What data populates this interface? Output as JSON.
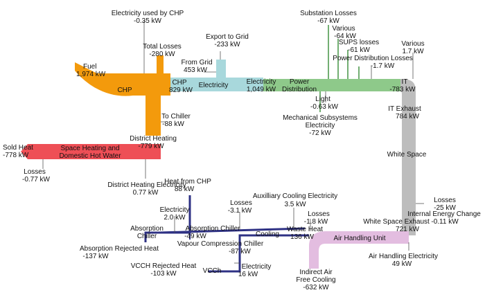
{
  "colors": {
    "fuel": "#f39a0c",
    "electricity": "#a8d8dc",
    "power": "#8ec98a",
    "power_dark": "#4e9a4e",
    "it": "#bdbdbd",
    "heating": "#ee4f56",
    "cooling": "#2e3184",
    "airhandling": "#e3bde0"
  },
  "labels": {
    "chp_electricity_used": "Electricity used by CHP",
    "chp_electricity_used_value": "-0.35 kW",
    "total_losses": "Total Losses",
    "total_losses_value": "-280 kW",
    "fuel": "Fuel",
    "fuel_value": "1,974 kW",
    "chp": "CHP",
    "chp_out": "CHP",
    "chp_out_value": "829 kW",
    "export": "Export to Grid",
    "export_value": "-233 kW",
    "from_grid": "From Grid",
    "from_grid_value": "453 kW",
    "electricity": "Electricity",
    "electricity_out": "Electricity",
    "electricity_out_value": "1,049 kW",
    "power_distribution_1": "Power",
    "power_distribution_2": "Distribution",
    "substation_losses": "Substation Losses",
    "substation_losses_value": "-67 kW",
    "various": "Various",
    "various_value": "-64 kW",
    "sups_losses": "SUPS losses",
    "sups_losses_value": "-61 kW",
    "power_dist_losses": "Power Distribution Losses",
    "power_dist_losses_value": "-1.7 kW",
    "various_it": "Various",
    "various_it_value": "1.7 kW",
    "it": "IT",
    "it_value": "-783 kW",
    "light": "Light",
    "light_value": "-0.63 kW",
    "mech_subsystems_1": "Mechanical Subsystems",
    "mech_subsystems_2": "Electricity",
    "mech_subsystems_value": "-72 kW",
    "it_exhaust": "IT Exhaust",
    "it_exhaust_value": "784 kW",
    "to_chiller": "To Chiller",
    "to_chiller_value": "-88 kW",
    "district_heating": "District Heating",
    "district_heating_value": "-779 kW",
    "sold_heat": "Sold Heat",
    "sold_heat_value": "-778 kW",
    "space_heating_1": "Space Heating and",
    "space_heating_2": "Domestic Hot Water",
    "losses_heat": "Losses",
    "losses_heat_value": "-0.77 kW",
    "dh_electricity": "District Heating Electricity",
    "dh_electricity_value": "0.77 kW",
    "white_space": "White Space",
    "heat_from_chp": "Heat from CHP",
    "heat_from_chp_value": "88 kW",
    "absorption_electricity": "Electricity",
    "absorption_electricity_value": "2.0 kW",
    "absorption_chiller_1": "Absorption",
    "absorption_chiller_2": "Chiller",
    "absorption_rejected": "Absorption Rejected Heat",
    "absorption_rejected_value": "-137 kW",
    "losses_cool": "Losses",
    "losses_cool_value": "-3.1 kW",
    "absorption_chiller_out": "Absorption Chiller",
    "absorption_chiller_out_value": "-49 kW",
    "vcc": "Vapour Compression Chiller",
    "vcc_value": "-87 kW",
    "cooling": "Cooling",
    "aux_cooling": "Auxilliary Cooling Electricity",
    "aux_cooling_value": "3.5 kW",
    "losses_waste": "Losses",
    "losses_waste_value": "-1.8 kW",
    "waste_heat": "Waste Heat",
    "waste_heat_value": "136 kW",
    "air_handling_unit": "Air Handling Unit",
    "white_space_exhaust": "White Space Exhaust",
    "white_space_exhaust_value": "721 kW",
    "losses_ws": "Losses",
    "losses_ws_value": "-25 kW",
    "internal_energy": "Internal Energy Change",
    "internal_energy_value": "-0.11 kW",
    "air_handling_electricity": "Air Handling Electricity",
    "air_handling_electricity_value": "49 kW",
    "vcch_rejected": "VCCH Rejected Heat",
    "vcch_rejected_value": "-103 kW",
    "vcch": "VCCh",
    "vcch_electricity": "Electricity",
    "vcch_electricity_value": "16 kW",
    "indirect_air_1": "Indirect Air",
    "indirect_air_2": "Free Cooling",
    "indirect_air_value": "-632 kW"
  }
}
